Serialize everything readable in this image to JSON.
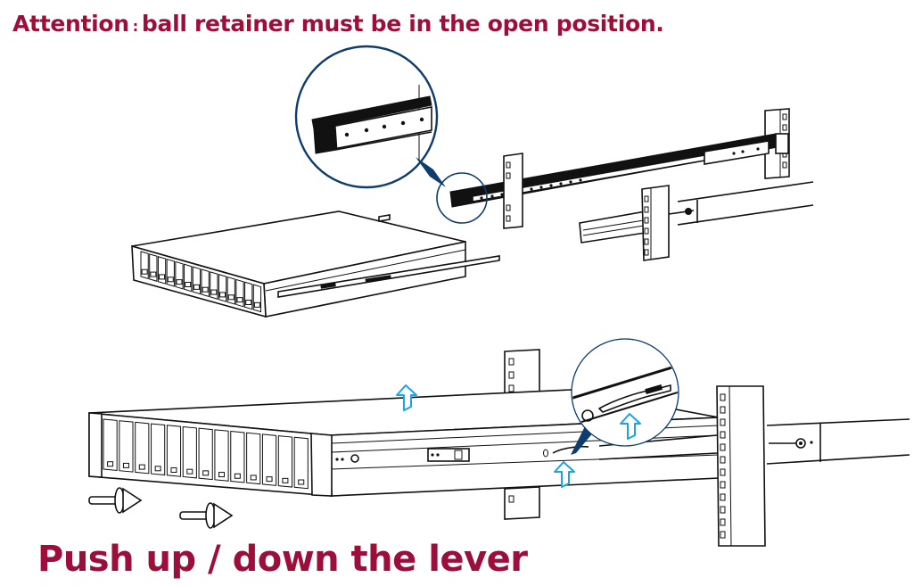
{
  "attention": {
    "label": "Attention",
    "separator": ":",
    "message": "ball retainer must be in the open position."
  },
  "caption": "Push up / down the lever",
  "colors": {
    "text_accent": "#9b0f3a",
    "callout": "#0d3c6e",
    "arrow": "#1aa3e8",
    "line": "#111111"
  },
  "figures": [
    {
      "name": "rail-install-overview",
      "description": "Server chassis with inner rails beside rack-mounted slide rails; ball retainer detail callout"
    },
    {
      "name": "server-insert-into-rack",
      "description": "Server slid into rack rails, push arrows and lever detail callout with blue up-arrows"
    }
  ],
  "icons": {
    "push_arrow": "push-arrow-icon",
    "up_arrow": "curved-up-arrow-icon"
  }
}
